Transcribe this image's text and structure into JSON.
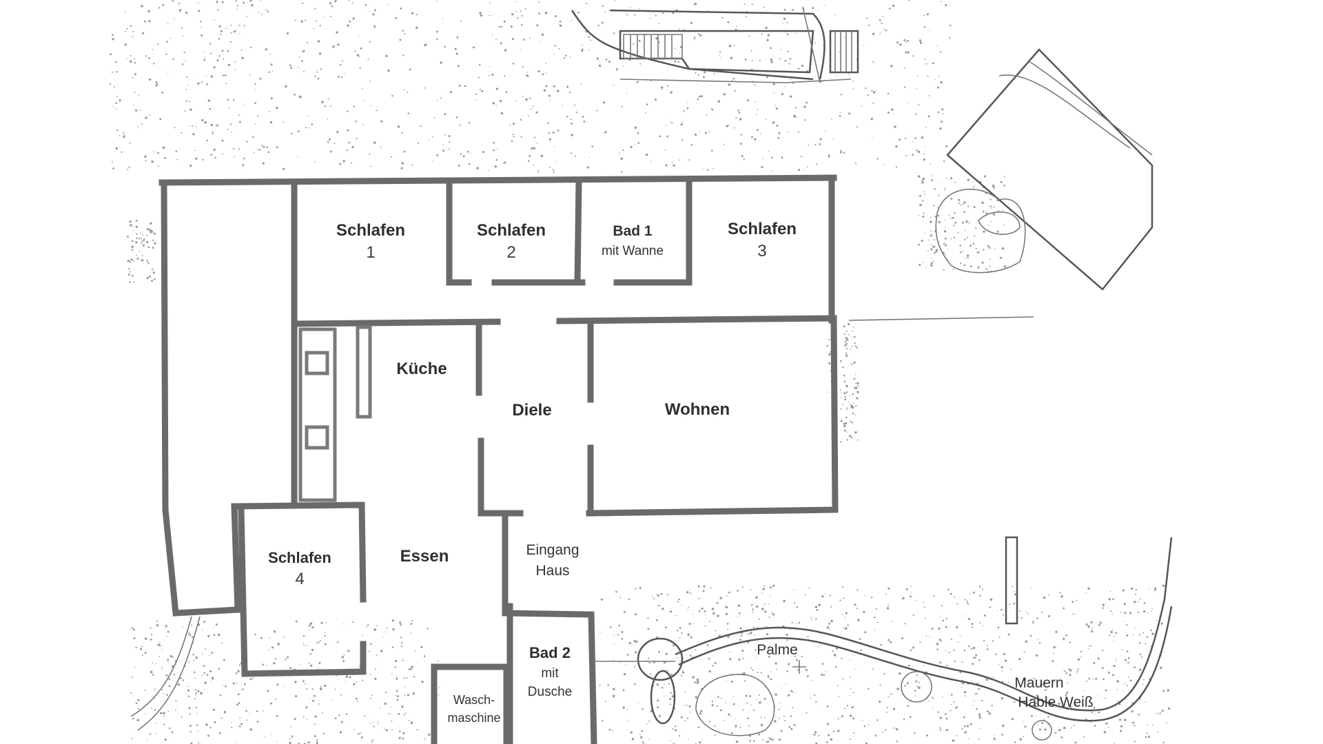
{
  "rooms": {
    "schlafen1": {
      "name": "Schlafen",
      "num": "1"
    },
    "schlafen2": {
      "name": "Schlafen",
      "num": "2"
    },
    "bad1": {
      "name": "Bad 1",
      "sub": "mit Wanne"
    },
    "schlafen3": {
      "name": "Schlafen",
      "num": "3"
    },
    "kueche": {
      "name": "Küche"
    },
    "diele": {
      "name": "Diele"
    },
    "wohnen": {
      "name": "Wohnen"
    },
    "schlafen4": {
      "name": "Schlafen",
      "num": "4"
    },
    "essen": {
      "name": "Essen"
    },
    "eingang": {
      "line1": "Eingang",
      "line2": "Haus"
    },
    "bad2": {
      "name": "Bad 2",
      "line2": "mit",
      "line3": "Dusche"
    },
    "wasch": {
      "line1": "Wasch-",
      "line2": "maschine"
    }
  },
  "garden": {
    "palme": "Palme",
    "mauern_line1": "Mauern",
    "mauern_line2": "Hable Weiß"
  }
}
